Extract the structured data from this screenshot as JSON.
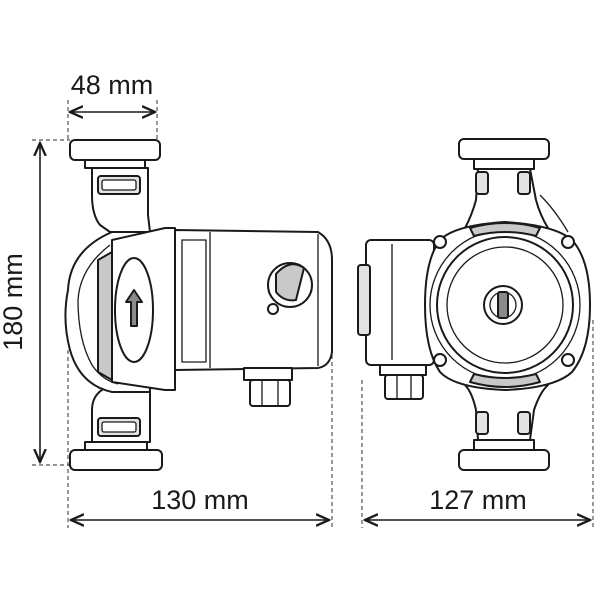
{
  "dimensions": {
    "width_top": "48 mm",
    "height_left": "180 mm",
    "length_side": "130 mm",
    "length_front": "127 mm"
  },
  "colors": {
    "line": "#1a1a1a",
    "fill_body": "#ffffff",
    "shade": "#c9c9c9"
  },
  "icons": {
    "flow_arrow": "arrow-up-icon",
    "vent_screw": "slotted-screw-icon"
  }
}
